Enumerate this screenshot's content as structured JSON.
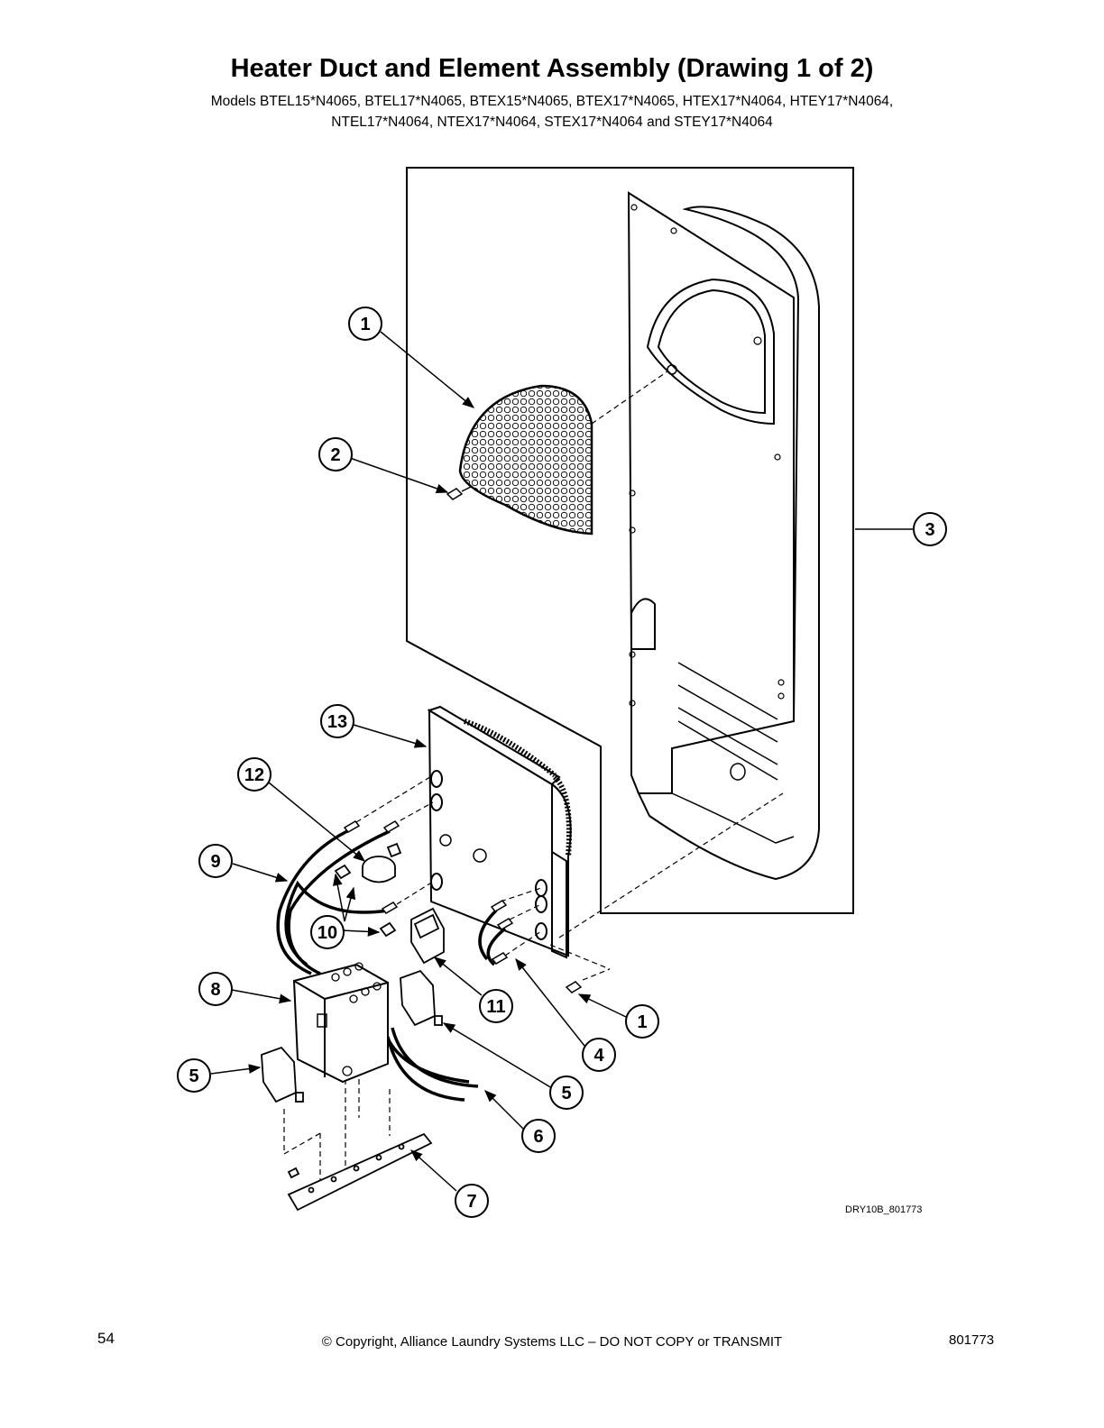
{
  "header": {
    "title": "Heater Duct and Element Assembly (Drawing 1 of 2)",
    "models_line1": "Models BTEL15*N4065, BTEL17*N4065, BTEX15*N4065, BTEX17*N4065, HTEX17*N4064, HTEY17*N4064,",
    "models_line2": "NTEL17*N4064, NTEX17*N4064, STEX17*N4064 and STEY17*N4064"
  },
  "diagram": {
    "drawing_code": "DRY10B_801773",
    "callouts": [
      "1",
      "2",
      "3",
      "13",
      "12",
      "9",
      "10",
      "11",
      "1",
      "4",
      "8",
      "5",
      "5",
      "6",
      "7"
    ]
  },
  "footer": {
    "page_number": "54",
    "copyright": "© Copyright, Alliance Laundry Systems LLC – DO NOT COPY or TRANSMIT",
    "document_number": "801773"
  }
}
